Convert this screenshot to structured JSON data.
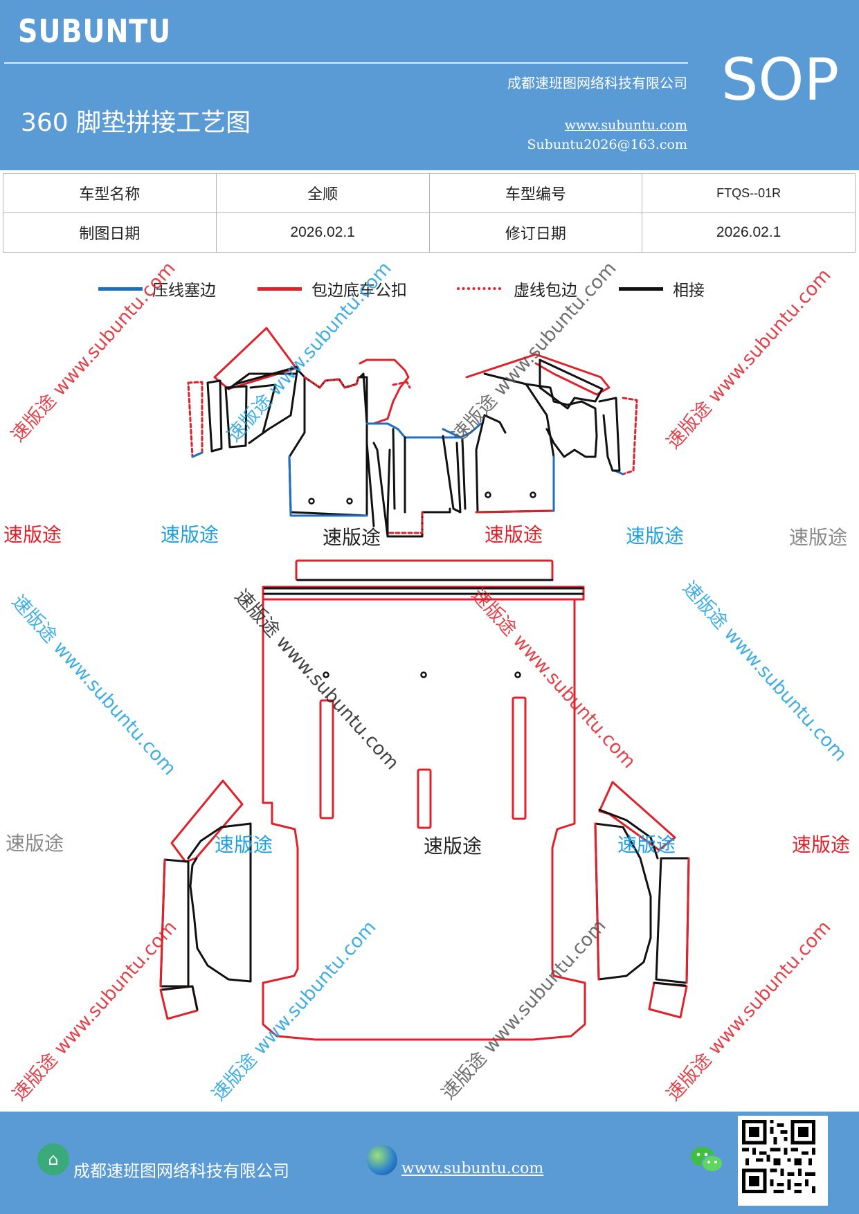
{
  "header": {
    "brand": "SUBUNTU",
    "company": "成都速班图网络科技有限公司",
    "title": "360 脚垫拼接工艺图",
    "url": "www.subuntu.com",
    "email": "Subuntu2026@163.com",
    "badge": "SOP"
  },
  "info": {
    "model_name_label": "车型名称",
    "model_name_value": "全顺",
    "model_code_label": "车型编号",
    "model_code_value": "FTQS--01R",
    "draw_date_label": "制图日期",
    "draw_date_value": "2026.02.1",
    "rev_date_label": "修订日期",
    "rev_date_value": "2026.02.1"
  },
  "legend": [
    {
      "label": "压线塞边",
      "color": "#1f6fc0",
      "style": "solid"
    },
    {
      "label": "包边底车公扣",
      "color": "#e0202a",
      "style": "solid"
    },
    {
      "label": "虚线包边",
      "color": "#e0202a",
      "style": "dotted"
    },
    {
      "label": "相接",
      "color": "#111111",
      "style": "solid"
    }
  ],
  "watermarks": {
    "brand_text": "速版途",
    "diag_text": "速版途 www.subuntu.com",
    "colors": [
      "#e0202a",
      "#1ea0e0",
      "#222222",
      "#888888"
    ]
  },
  "footer": {
    "company": "成都速班图网络科技有限公司",
    "url": "www.subuntu.com ",
    "home_icon": "home-icon",
    "globe_icon": "globe-icon",
    "wechat_icon": "wechat-icon",
    "qr_icon": "qr-code-icon"
  }
}
